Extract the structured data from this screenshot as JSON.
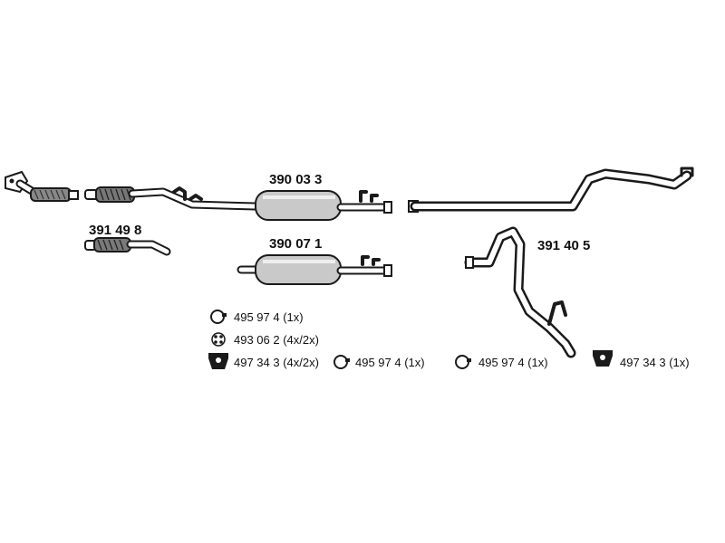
{
  "diagram": {
    "part_numbers": {
      "middle_silencer_1": "390 03 3",
      "middle_silencer_2": "390 07 1",
      "front_pipe": "391 49 8",
      "tail_pipe": "391 40 5"
    },
    "accessories": [
      {
        "icon": "clamp-ring-icon",
        "text": "495 97 4 (1x)"
      },
      {
        "icon": "rubber-mount-icon",
        "text": "493 06 2 (4x/2x)"
      },
      {
        "icon": "hanger-bracket-icon",
        "text": "497 34 3 (4x/2x)"
      },
      {
        "icon": "clamp-ring-icon",
        "text": "495 97 4 (1x)"
      },
      {
        "icon": "clamp-ring-icon",
        "text": "495 97 4  (1x)"
      },
      {
        "icon": "hanger-bracket-icon",
        "text": "497 34 3 (1x)"
      }
    ]
  }
}
